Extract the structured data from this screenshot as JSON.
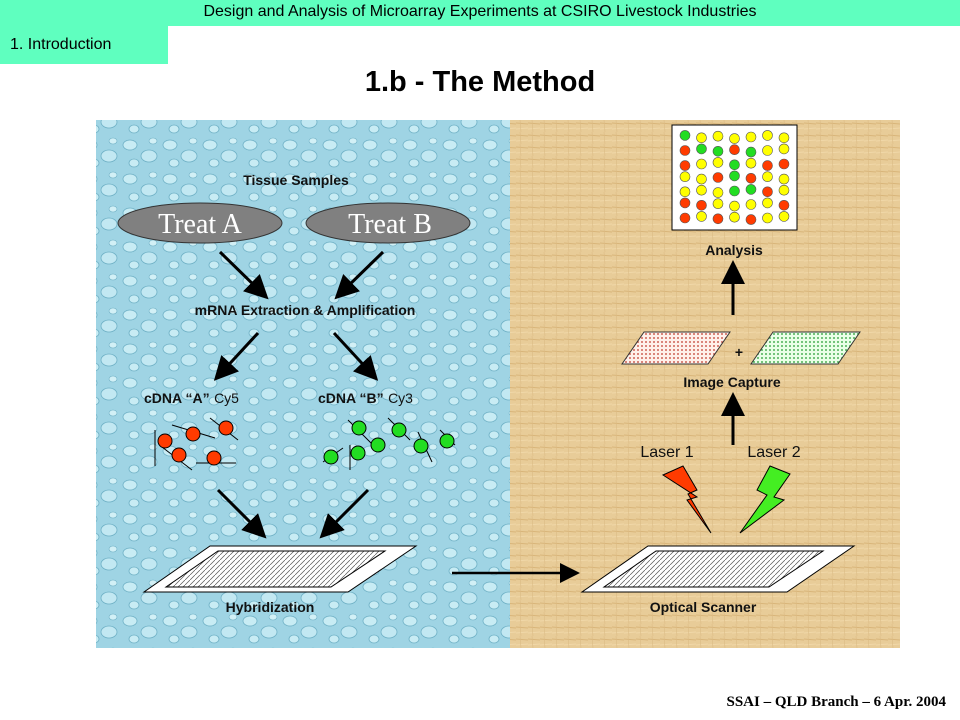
{
  "header": {
    "title": "Design and Analysis of Microarray Experiments at CSIRO Livestock Industries",
    "section": "1. Introduction"
  },
  "slide_title": "1.b - The Method",
  "diagram": {
    "tissue_samples": "Tissue Samples",
    "treat_a": "Treat A",
    "treat_b": "Treat B",
    "mrna": "mRNA Extraction & Amplification",
    "cdna_a": "cDNA “A”",
    "cdna_a_dye": "Cy5",
    "cdna_b": "cDNA “B”",
    "cdna_b_dye": "Cy3",
    "hybridization": "Hybridization",
    "optical_scanner": "Optical Scanner",
    "laser1": "Laser 1",
    "laser2": "Laser 2",
    "image_capture": "Image Capture",
    "plus": "+",
    "analysis": "Analysis"
  },
  "colors": {
    "accent": "#5fffbf",
    "cy5_red": "#ff3b00",
    "cy3_green": "#22dd22",
    "spot_yellow": "#ffff00",
    "treat_gray": "#808080"
  },
  "footer": "SSAI – QLD Branch – 6 Apr. 2004"
}
